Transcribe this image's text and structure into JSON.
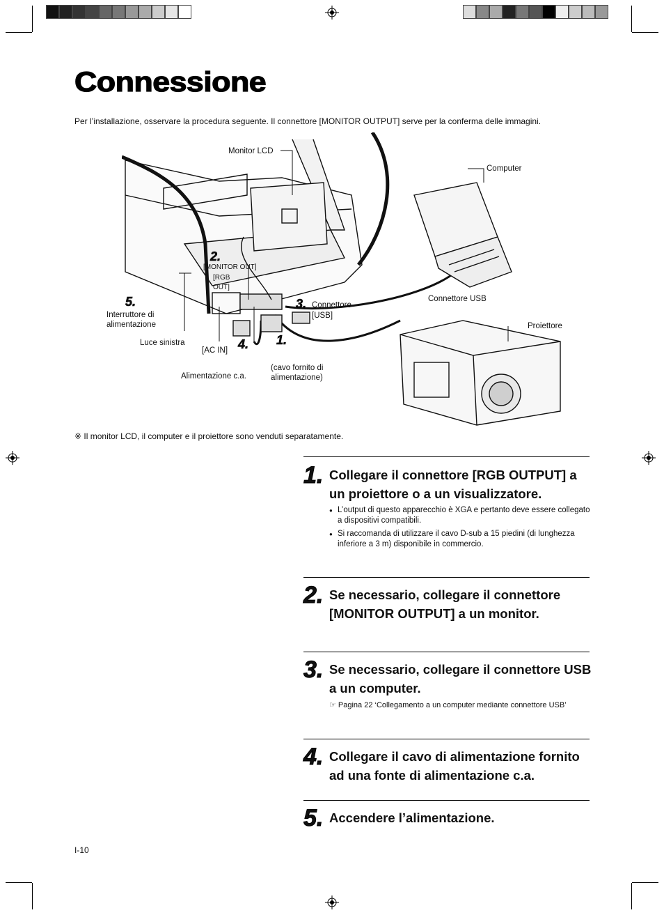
{
  "page": {
    "title": "Connessione",
    "intro": "Per l’installazione, osservare la procedura seguente. Il connettore [MONITOR OUTPUT] serve per la conferma delle immagini.",
    "note": "※ Il monitor LCD, il computer e il proiettore sono venduti separatamente.",
    "page_number": "I-10"
  },
  "diagram": {
    "labels": {
      "monitor_lcd": "Monitor LCD",
      "computer": "Computer",
      "connettore_usb": "Connettore USB",
      "proiettore": "Proiettore",
      "monitor_out": "[MONITOR OUT]",
      "rgb": "[RGB",
      "out": "OUT]",
      "interruttore_1": "Interruttore di",
      "interruttore_2": "alimentazione",
      "luce_sinistra": "Luce sinistra",
      "ac_in": "[AC IN]",
      "alimentazione_ca": "Alimentazione c.a.",
      "cavo_1": "(cavo fornito di",
      "cavo_2": "alimentazione)",
      "connettore": "Connettore",
      "usb": "[USB]"
    },
    "numbers": {
      "n1": "1.",
      "n2": "2.",
      "n3": "3.",
      "n4": "4.",
      "n5": "5."
    }
  },
  "steps": [
    {
      "num": "1.",
      "title": "Collegare il connettore [RGB OUTPUT] a un proiettore o a un visualizzatore.",
      "bullets": [
        "L’output di questo apparecchio è XGA e pertanto deve essere collegato a dispositivi compatibili.",
        "Si raccomanda di utilizzare il cavo D-sub a 15 piedini (di lunghezza inferiore a 3 m) disponibile in commercio."
      ]
    },
    {
      "num": "2.",
      "title": "Se necessario, collegare il connettore [MONITOR OUTPUT] a un monitor."
    },
    {
      "num": "3.",
      "title": "Se necessario, collegare il connettore USB a un computer.",
      "ref": "☞ Pagina 22 ‘Collegamento a un computer mediante connettore USB’"
    },
    {
      "num": "4.",
      "title": "Collegare il cavo di alimentazione fornito ad una fonte di alimentazione c.a."
    },
    {
      "num": "5.",
      "title": "Accendere l’alimentazione."
    }
  ]
}
